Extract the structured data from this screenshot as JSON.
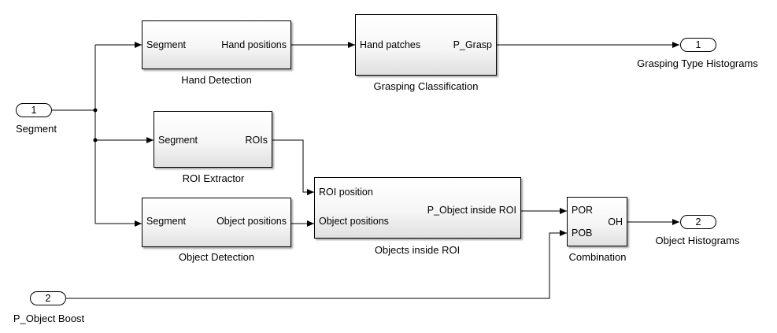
{
  "blocks": {
    "hand_detection": {
      "name": "Hand Detection",
      "in1": "Segment",
      "out1": "Hand positions"
    },
    "grasping_classification": {
      "name": "Grasping Classification",
      "in1": "Hand patches",
      "out1": "P_Grasp"
    },
    "roi_extractor": {
      "name": "ROI Extractor",
      "in1": "Segment",
      "out1": "ROIs"
    },
    "object_detection": {
      "name": "Object Detection",
      "in1": "Segment",
      "out1": "Object positions"
    },
    "objects_inside_roi": {
      "name": "Objects inside ROI",
      "in1": "ROI position",
      "in2": "Object positions",
      "out1": "P_Object inside ROI"
    },
    "combination": {
      "name": "Combination",
      "in1": "POR",
      "in2": "POB",
      "out1": "OH"
    }
  },
  "inports": [
    {
      "number": "1",
      "label": "Segment"
    },
    {
      "number": "2",
      "label": "P_Object Boost"
    }
  ],
  "outports": [
    {
      "number": "1",
      "label": "Grasping Type Histograms"
    },
    {
      "number": "2",
      "label": "Object Histograms"
    }
  ],
  "colors": {
    "line": "#000000",
    "block_fill_top": "#ffffff",
    "block_fill_bottom": "#e0e0e0"
  }
}
